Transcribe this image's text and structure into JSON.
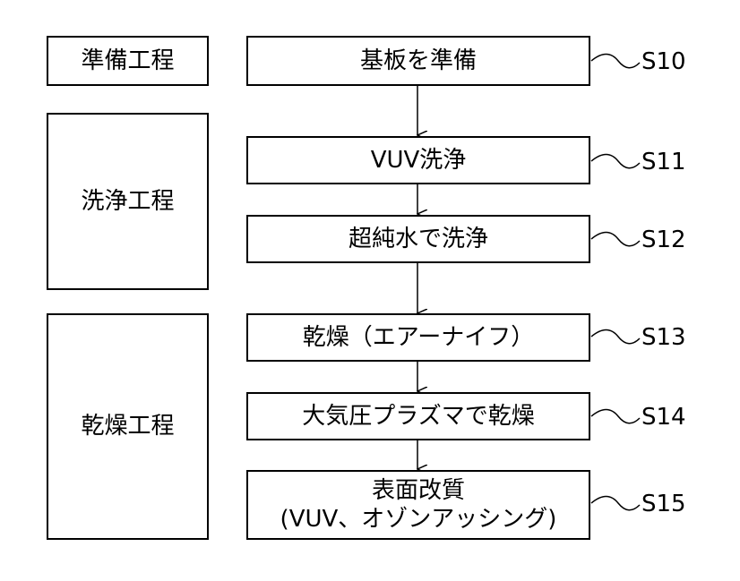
{
  "phases": [
    {
      "id": "prep",
      "label": "準備工程"
    },
    {
      "id": "wash",
      "label": "洗浄工程"
    },
    {
      "id": "dry",
      "label": "乾燥工程"
    }
  ],
  "steps": [
    {
      "id": "s10",
      "text": "基板を準備",
      "label": "S10"
    },
    {
      "id": "s11",
      "text": "VUV洗浄",
      "label": "S11"
    },
    {
      "id": "s12",
      "text": "超純水で洗浄",
      "label": "S12"
    },
    {
      "id": "s13",
      "text": "乾燥（エアーナイフ）",
      "label": "S13"
    },
    {
      "id": "s14",
      "text": "大気圧プラズマで乾燥",
      "label": "S14"
    },
    {
      "id": "s15",
      "text_line1": "表面改質",
      "text_line2": "(VUV、オゾンアッシング)",
      "label": "S15"
    }
  ]
}
